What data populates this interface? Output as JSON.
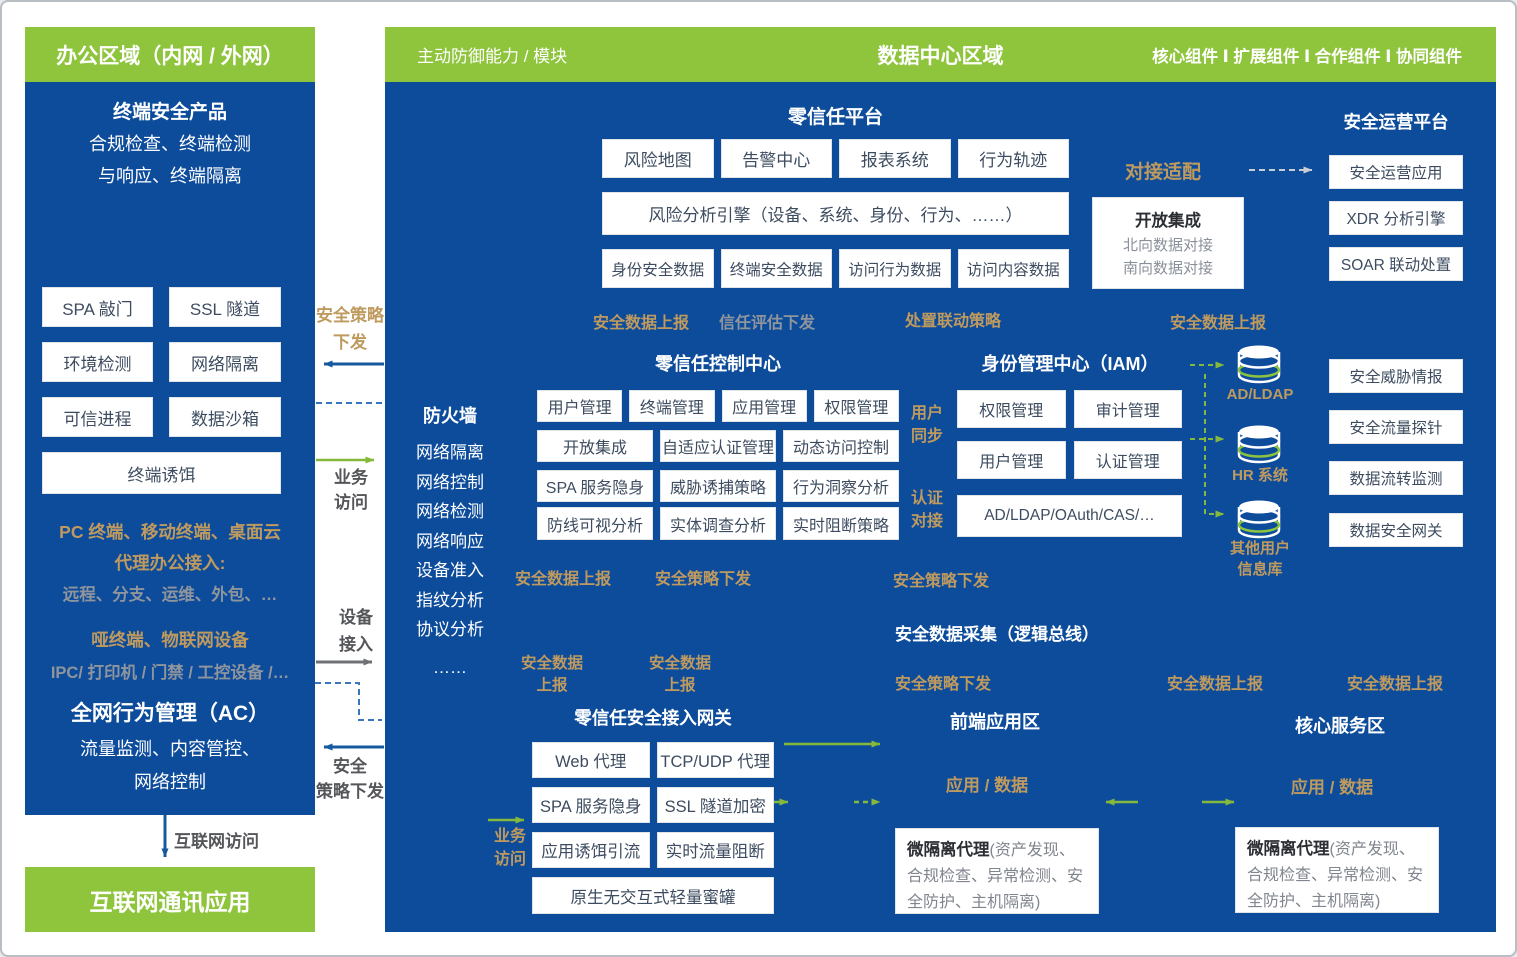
{
  "colors": {
    "panel_blue": "#0d4c9b",
    "header_green": "#8fc43d",
    "accent_tan": "#bf9a5f",
    "label_gray": "#8f959d",
    "box_text": "#3d4c60",
    "arrow_green": "#84b93c",
    "arrow_blue": "#15599f",
    "arrow_gray": "#6f7175"
  },
  "left_panel": {
    "header": "办公区域（内网 / 外网）",
    "endpoint": {
      "title": "终端安全产品",
      "line1": "合规检查、终端检测",
      "line2": "与响应、终端隔离"
    },
    "boxes": [
      "SPA 敲门",
      "SSL 隧道",
      "环境检测",
      "网络隔离",
      "可信进程",
      "数据沙箱",
      "终端诱饵"
    ],
    "pc": {
      "line1": "PC 终端、移动终端、桌面云",
      "line2": "代理办公接入:",
      "line3": "远程、分支、运维、外包、…"
    },
    "iot": {
      "line1": "哑终端、物联网设备",
      "line2": "IPC/ 打印机 / 门禁 / 工控设备 /…"
    },
    "ac": {
      "title": "全网行为管理（AC）",
      "line1": "流量监测、内容管控、",
      "line2": "网络控制"
    },
    "internet_access": "互联网访问",
    "internet_app": "互联网通讯应用"
  },
  "gap_labels": {
    "policy_top_1": "安全策略",
    "policy_top_2": "下发",
    "business_1": "业务",
    "business_2": "访问",
    "device_1": "设备",
    "device_2": "接入",
    "policy_bottom_1": "安全",
    "policy_bottom_2": "策略下发"
  },
  "header": {
    "left": "主动防御能力 / 模块",
    "center": "数据中心区域",
    "right": "核心组件 Ⅰ 扩展组件 Ⅰ 合作组件 Ⅰ 协同组件"
  },
  "zt_platform": {
    "title": "零信任平台",
    "row1": [
      "风险地图",
      "告警中心",
      "报表系统",
      "行为轨迹"
    ],
    "engine": "风险分析引擎（设备、系统、身份、行为、……）",
    "row3": [
      "身份安全数据",
      "终端安全数据",
      "访问行为数据",
      "访问内容数据"
    ]
  },
  "adapter": {
    "title": "对接适配",
    "box_title": "开放集成",
    "north": "北向数据对接",
    "south": "南向数据对接"
  },
  "soc": {
    "title": "安全运营平台",
    "apps": [
      "安全运营应用",
      "XDR 分析引擎",
      "SOAR 联动处置"
    ]
  },
  "flows": {
    "data_report_top": "安全数据上报",
    "trust_eval": "信任评估下发",
    "dispose_policy": "处置联动策略",
    "data_report_right": "安全数据上报",
    "data_report_mid": "安全数据上报",
    "policy_issue_mid": "安全策略下发",
    "policy_issue_iam": "安全策略下发",
    "data_report_2l_a1": "安全数据",
    "data_report_2l_a2": "上报",
    "data_report_2l_b1": "安全数据",
    "data_report_2l_b2": "上报",
    "policy_issue_bus": "安全策略下发",
    "data_report_front": "安全数据上报",
    "data_report_core": "安全数据上报"
  },
  "firewall": {
    "title": "防火墙",
    "items": [
      "网络隔离",
      "网络控制",
      "网络检测",
      "网络响应",
      "设备准入",
      "指纹分析",
      "协议分析",
      "……"
    ]
  },
  "control_center": {
    "title": "零信任控制中心",
    "row1": [
      "用户管理",
      "终端管理",
      "应用管理",
      "权限管理"
    ],
    "row2": [
      "开放集成",
      "自适应认证管理",
      "动态访问控制"
    ],
    "row3": [
      "SPA 服务隐身",
      "威胁诱捕策略",
      "行为洞察分析"
    ],
    "row4": [
      "防线可视分析",
      "实体调查分析",
      "实时阻断策略"
    ]
  },
  "iam": {
    "title": "身份管理中心（IAM）",
    "user_sync_1": "用户",
    "user_sync_2": "同步",
    "auth_1": "认证",
    "auth_2": "对接",
    "row1": [
      "权限管理",
      "审计管理"
    ],
    "row2": [
      "用户管理",
      "认证管理"
    ],
    "protocols": "AD/LDAP/OAuth/CAS/…"
  },
  "directories": {
    "ad": "AD/LDAP",
    "hr": "HR 系统",
    "other_1": "其他用户",
    "other_2": "信息库"
  },
  "tools": [
    "安全威胁情报",
    "安全流量探针",
    "数据流转监测",
    "数据安全网关"
  ],
  "bus": {
    "title": "安全数据采集（逻辑总线）"
  },
  "gateway": {
    "title": "零信任安全接入网关",
    "row1": [
      "Web 代理",
      "TCP/UDP 代理"
    ],
    "row2": [
      "SPA 服务隐身",
      "SSL 隧道加密"
    ],
    "row3": [
      "应用诱饵引流",
      "实时流量阻断"
    ],
    "honeypot": "原生无交互式轻量蜜罐",
    "business_1": "业务",
    "business_2": "访问"
  },
  "zones": {
    "frontend": "前端应用区",
    "core": "核心服务区",
    "app_data_left": "应用 / 数据",
    "app_data_right": "应用 / 数据",
    "micro_left_bold": "微隔离代理",
    "micro_left_detail": "(资产发现、合规检查、异常检测、安全防护、主机隔离)",
    "micro_right_bold": "微隔离代理",
    "micro_right_detail": "(资产发现、合规检查、异常检测、安全防护、主机隔离)"
  }
}
